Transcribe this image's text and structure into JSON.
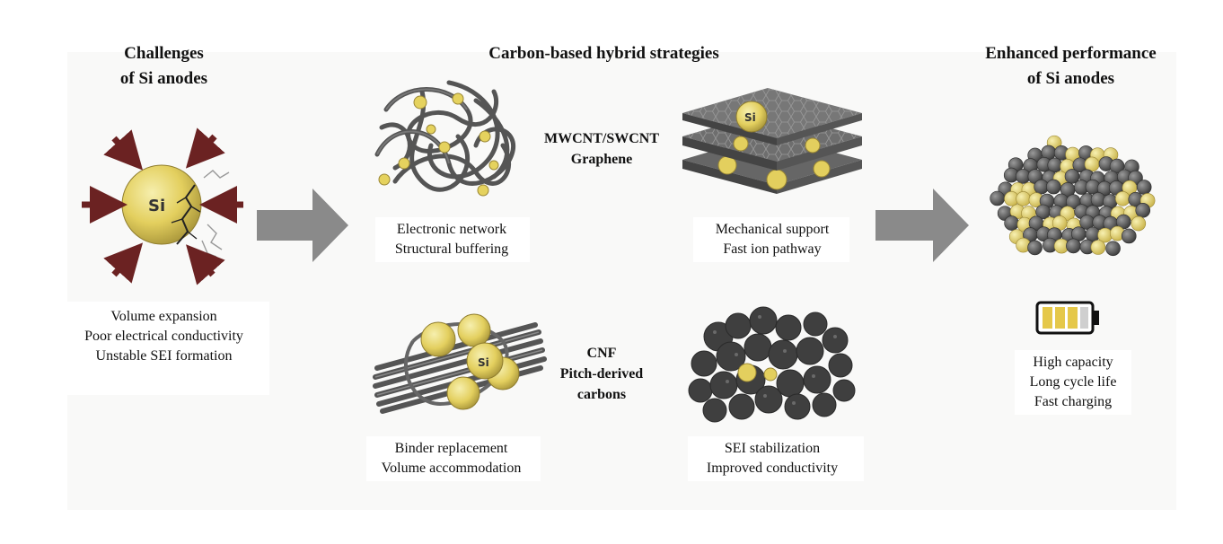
{
  "titles": {
    "challenges_line1": "Challenges",
    "challenges_line2": "of Si anodes",
    "strategies": "Carbon-based hybrid strategies",
    "enhanced_line1": "Enhanced performance",
    "enhanced_line2": "of Si anodes"
  },
  "challenges": {
    "particle_label": "Si",
    "items": [
      "Volume expansion",
      "Poor electrical conductivity",
      "Unstable SEI formation"
    ]
  },
  "strategies": {
    "cnt": {
      "lines": [
        "Electronic network",
        "Structural buffering"
      ]
    },
    "graphene": {
      "particle_label": "Si",
      "lines": [
        "Mechanical support",
        "Fast ion pathway"
      ]
    },
    "group1_materials": [
      "MWCNT/SWCNT",
      "Graphene"
    ],
    "cnf": {
      "particle_label": "Si",
      "lines": [
        "Binder replacement",
        "Volume accommodation"
      ]
    },
    "pitch": {
      "lines": [
        "SEI stabilization",
        "Improved conductivity"
      ]
    },
    "group2_materials": [
      "CNF",
      "Pitch-derived",
      "carbons"
    ]
  },
  "enhanced": {
    "items": [
      "High capacity",
      "Long cycle life",
      "Fast charging"
    ]
  },
  "colors": {
    "si_yellow": "#e8d765",
    "carbon_gray": "#5b5b5b",
    "arrow_gray": "#8a8a8a",
    "red_arrow": "#6b2222"
  },
  "icons": [
    "si-particle-icon",
    "compression-arrow-icon",
    "crack-icon",
    "right-arrow-icon",
    "cnt-network-icon",
    "graphene-layers-icon",
    "cnf-bundle-icon",
    "pitch-carbon-icon",
    "composite-cluster-icon",
    "battery-icon"
  ]
}
